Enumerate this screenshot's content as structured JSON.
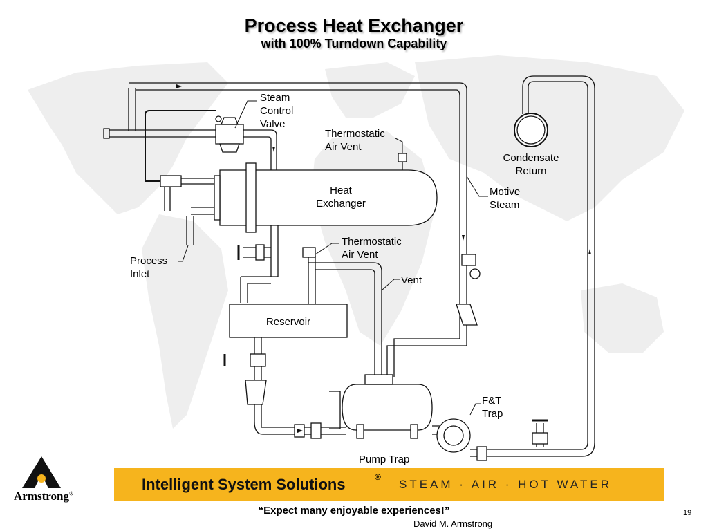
{
  "title": "Process Heat Exchanger",
  "subtitle": "with 100% Turndown Capability",
  "labels": {
    "steam_control_valve": [
      "Steam",
      "Control",
      "Valve"
    ],
    "thermostatic_air_vent_top": [
      "Thermostatic",
      "Air Vent"
    ],
    "condensate_return": [
      "Condensate",
      "Return"
    ],
    "heat_exchanger": [
      "Heat",
      "Exchanger"
    ],
    "motive_steam": [
      "Motive",
      "Steam"
    ],
    "thermostatic_air_vent_mid": [
      "Thermostatic",
      "Air Vent"
    ],
    "process_inlet": [
      "Process",
      "Inlet"
    ],
    "vent": "Vent",
    "reservoir": "Reservoir",
    "ft_trap": [
      "F&T",
      "Trap"
    ],
    "pump_trap": "Pump Trap"
  },
  "banner": {
    "main": "Intelligent System Solutions",
    "registered": "®",
    "tagline": "STEAM · AIR · HOT WATER",
    "color": "#f6b41d"
  },
  "logo": {
    "name": "Armstrong",
    "mark": "®"
  },
  "quote": "“Expect many enjoyable experiences!”",
  "author": "David M. Armstrong",
  "page_number": "19"
}
